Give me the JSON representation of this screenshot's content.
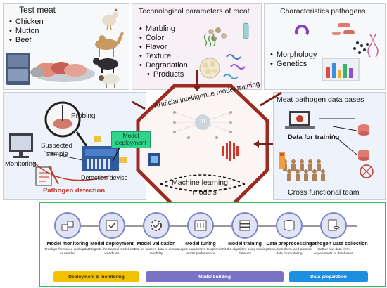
{
  "panels": {
    "test_meat": {
      "title": "Test meat",
      "items": [
        "Chicken",
        "Mutton",
        "Beef"
      ]
    },
    "tech_params": {
      "title": "Technological parameters of meat",
      "items": [
        "Marbling",
        "Color",
        "Flavor",
        "Texture",
        "Degradation",
        "Products"
      ]
    },
    "pathogens": {
      "title": "Characteristics pathogens",
      "items": [
        "Morphology",
        "Genetics"
      ]
    },
    "detection": {
      "probing": "Probing",
      "suspected": "Suspected",
      "sample": "sample",
      "monitoring": "Monitoring",
      "detection_devise": "Detection devise",
      "pathogen_detection": "Pathogen detection"
    },
    "databases": {
      "title": "Meat pathogen data bases",
      "data_for_training": "Data for training",
      "cross_team": "Cross functional team"
    }
  },
  "center": {
    "ai_training": "Artificial intelligence model training",
    "ai_label": "AI",
    "deployment_1": "Model",
    "deployment_2": "deployment",
    "ml_1": "Machine learning",
    "ml_2": "models"
  },
  "pipeline": {
    "stages": [
      {
        "label": "Model monitoring",
        "desc": "Track performance and update as needed"
      },
      {
        "label": "Model deployment",
        "desc": "Integrate the trained model into workflows"
      },
      {
        "label": "Model validation",
        "desc": "Test on unseen data to ensure reliability"
      },
      {
        "label": "Model tuning",
        "desc": "Adjust parameters to optimize model performance"
      },
      {
        "label": "Model training",
        "desc": "Fit the algorithm using training datasets"
      },
      {
        "label": "Data preprocessing",
        "desc": "Clean, transform, and prepare data for modeling"
      },
      {
        "label": "Pathogen Data collection",
        "desc": "Gather raw data from experiments or databases"
      }
    ],
    "phases": [
      {
        "label": "Deployment & monitoring",
        "color": "#f2c200"
      },
      {
        "label": "Model building",
        "color": "#7a72c4"
      },
      {
        "label": "Data preparation",
        "color": "#1e8fe0"
      }
    ]
  }
}
